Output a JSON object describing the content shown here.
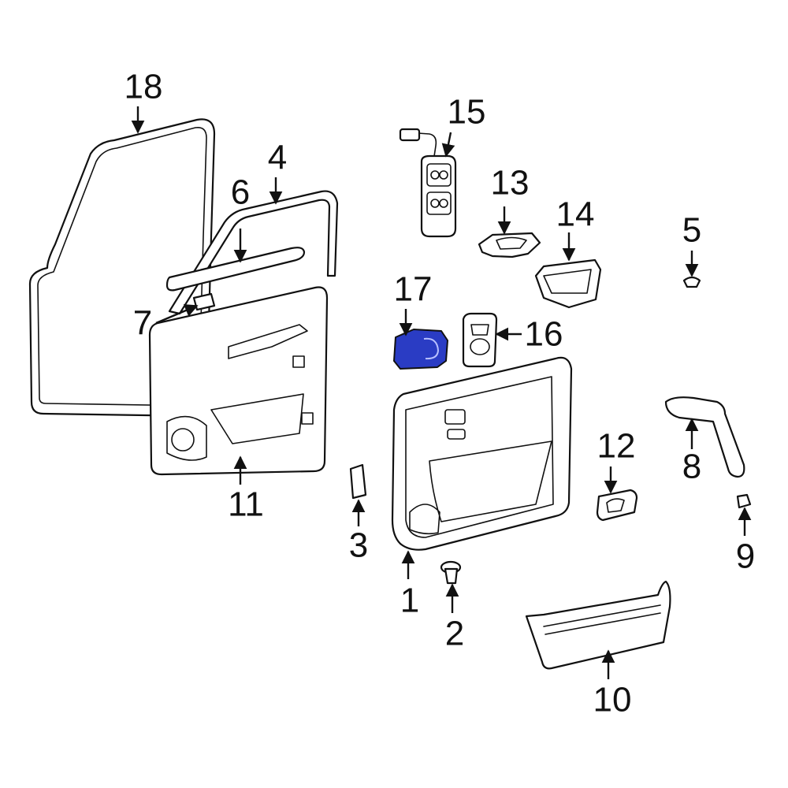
{
  "colors": {
    "line": "#111111",
    "background": "#ffffff",
    "highlight": "#2a3cc4"
  },
  "highlighted_part": "17",
  "callouts": [
    {
      "id": "c1",
      "label": "1"
    },
    {
      "id": "c2",
      "label": "2"
    },
    {
      "id": "c3",
      "label": "3"
    },
    {
      "id": "c4",
      "label": "4"
    },
    {
      "id": "c5",
      "label": "5"
    },
    {
      "id": "c6",
      "label": "6"
    },
    {
      "id": "c7",
      "label": "7"
    },
    {
      "id": "c8",
      "label": "8"
    },
    {
      "id": "c9",
      "label": "9"
    },
    {
      "id": "c10",
      "label": "10"
    },
    {
      "id": "c11",
      "label": "11"
    },
    {
      "id": "c12",
      "label": "12"
    },
    {
      "id": "c13",
      "label": "13"
    },
    {
      "id": "c14",
      "label": "14"
    },
    {
      "id": "c15",
      "label": "15"
    },
    {
      "id": "c16",
      "label": "16"
    },
    {
      "id": "c17",
      "label": "17"
    },
    {
      "id": "c18",
      "label": "18"
    }
  ]
}
